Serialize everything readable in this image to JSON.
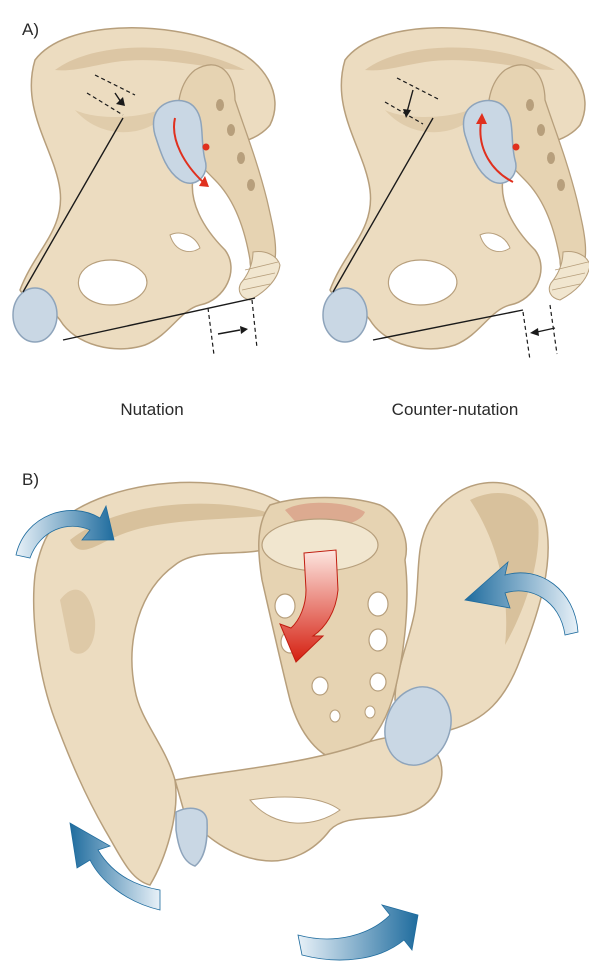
{
  "panel_a": {
    "label": "A)",
    "left_caption": "Nutation",
    "right_caption": "Counter-nutation"
  },
  "panel_b": {
    "label": "B)"
  },
  "colors": {
    "bone_fill": "#ecdcc0",
    "bone_shade": "#d8c19c",
    "bone_outline": "#b79f7c",
    "joint_fill": "#c9d7e4",
    "joint_outline": "#8ea4bb",
    "motion_arrow_red": "#e0301e",
    "motion_arrow_blue": "#2e79a8",
    "line_color": "#1a1a1a"
  },
  "icons": {
    "rotation_arrow": "curved-arrow-icon",
    "translation_arrow": "small-arrow-icon",
    "axis_point": "dot-icon"
  }
}
